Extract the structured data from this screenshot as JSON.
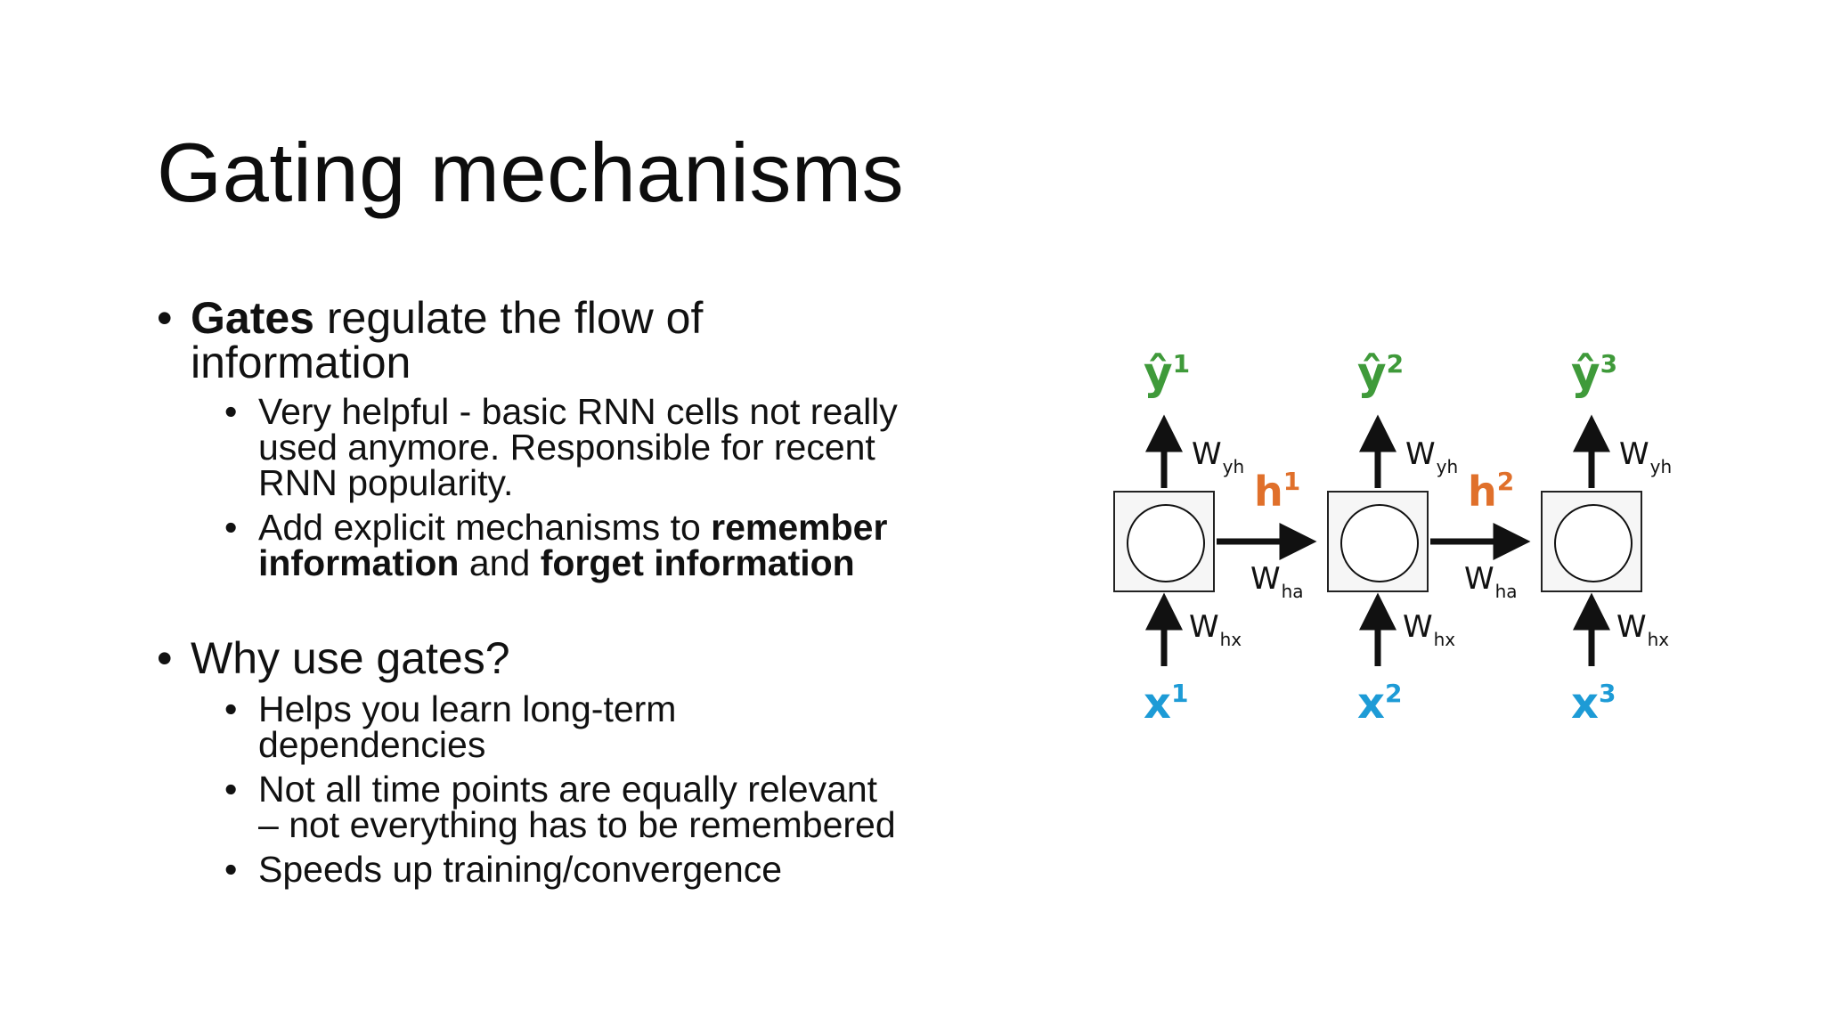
{
  "slide": {
    "title": "Gating mechanisms",
    "bullets": {
      "gates": {
        "bold": "Gates",
        "rest": " regulate the flow of",
        "line2": "information",
        "sub": [
          {
            "line1": "Very helpful - basic RNN cells not really",
            "line2": "used anymore. Responsible for recent",
            "line3": "RNN popularity."
          },
          {
            "prefix": "Add explicit mechanisms to ",
            "bold1": "remember",
            "bold2": "information",
            "mid": " and ",
            "bold3": "forget information"
          }
        ]
      },
      "why": {
        "text": "Why use gates?",
        "sub": [
          {
            "line1": "Helps you learn long-term",
            "line2": "dependencies"
          },
          {
            "line1": "Not all time points are equally relevant",
            "line2": "– not everything has to be remembered"
          },
          {
            "line1": "Speeds up training/convergence"
          }
        ]
      }
    }
  },
  "diagram": {
    "outputs": [
      {
        "base": "ŷ",
        "sup": "1"
      },
      {
        "base": "ŷ",
        "sup": "2"
      },
      {
        "base": "ŷ",
        "sup": "3"
      }
    ],
    "inputs": [
      {
        "base": "x",
        "sup": "1"
      },
      {
        "base": "x",
        "sup": "2"
      },
      {
        "base": "x",
        "sup": "3"
      }
    ],
    "hidden": [
      {
        "base": "h",
        "sup": "1"
      },
      {
        "base": "h",
        "sup": "2"
      }
    ],
    "weights": {
      "yh": {
        "base": "W",
        "sub": "yh"
      },
      "hx": {
        "base": "W",
        "sub": "hx"
      },
      "ha": {
        "base": "W",
        "sub": "ha"
      }
    },
    "colors": {
      "output": "#3f9a3a",
      "input": "#1d9bd6",
      "hidden": "#e0702b"
    }
  }
}
